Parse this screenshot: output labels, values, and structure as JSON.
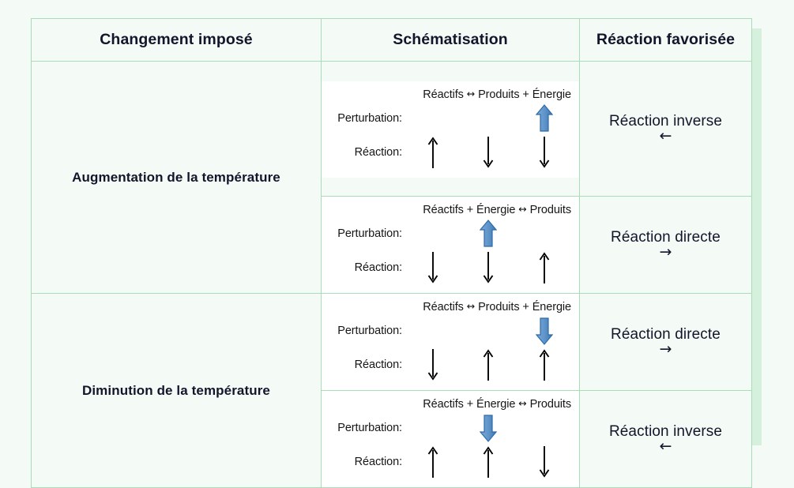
{
  "theme": {
    "page_background": "#f4faf6",
    "table_border": "#a9ddb8",
    "shadow_block": "#d6f0de",
    "text": "#13152b",
    "schema_background": "#ffffff",
    "blue_arrow": "#4a86c5",
    "blue_arrow_dark": "#2e6ba8",
    "black_arrow": "#000000"
  },
  "table": {
    "headers": [
      "Changement imposé",
      "Schématisation",
      "Réaction favorisée"
    ],
    "changes": [
      "Augmentation de la température",
      "Diminution de la température"
    ],
    "rows": [
      {
        "change": "Augmentation de la température",
        "equation": {
          "left": "Réactifs",
          "operator": "↔",
          "right": "Produits + Énergie",
          "full": "Réactifs ↔ Produits + Énergie"
        },
        "labels": {
          "perturbation": "Perturbation:",
          "reaction": "Réaction:"
        },
        "perturbation_arrows": [
          "",
          "",
          "up"
        ],
        "reaction_arrows": [
          "up",
          "down",
          "down"
        ],
        "favored": {
          "label": "Réaction inverse",
          "arrow": "←"
        }
      },
      {
        "change": "Augmentation de la température",
        "equation": {
          "left": "Réactifs + Énergie",
          "operator": "↔",
          "right": "Produits",
          "full": "Réactifs + Énergie ↔ Produits"
        },
        "labels": {
          "perturbation": "Perturbation:",
          "reaction": "Réaction:"
        },
        "perturbation_arrows": [
          "",
          "up",
          ""
        ],
        "reaction_arrows": [
          "down",
          "down",
          "up"
        ],
        "favored": {
          "label": "Réaction directe",
          "arrow": "→"
        }
      },
      {
        "change": "Diminution de la température",
        "equation": {
          "left": "Réactifs",
          "operator": "↔",
          "right": "Produits + Énergie",
          "full": "Réactifs ↔ Produits + Énergie"
        },
        "labels": {
          "perturbation": "Perturbation:",
          "reaction": "Réaction:"
        },
        "perturbation_arrows": [
          "",
          "",
          "down"
        ],
        "reaction_arrows": [
          "down",
          "up",
          "up"
        ],
        "favored": {
          "label": "Réaction directe",
          "arrow": "→"
        }
      },
      {
        "change": "Diminution de la température",
        "equation": {
          "left": "Réactifs + Énergie",
          "operator": "↔",
          "right": "Produits",
          "full": "Réactifs + Énergie ↔ Produits"
        },
        "labels": {
          "perturbation": "Perturbation:",
          "reaction": "Réaction:"
        },
        "perturbation_arrows": [
          "",
          "down",
          ""
        ],
        "reaction_arrows": [
          "up",
          "up",
          "down"
        ],
        "favored": {
          "label": "Réaction inverse",
          "arrow": "←"
        }
      }
    ]
  }
}
